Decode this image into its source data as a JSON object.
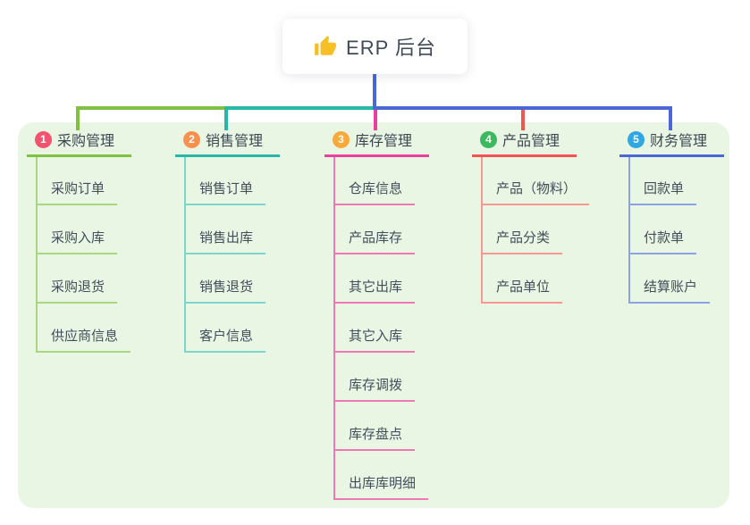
{
  "root": {
    "label": "ERP 后台",
    "icon": "thumbs-up-icon",
    "icon_color": "#f6bf26"
  },
  "canvas": {
    "background": "#ffffff",
    "panel_color": "#e9f6e3",
    "stem_color": "#4a66d7"
  },
  "branches": [
    {
      "num": "1",
      "label": "采购管理",
      "badge_color": "#f3536e",
      "line_color": "#7fc242",
      "child_line_color": "#a9d680",
      "children": [
        "采购订单",
        "采购入库",
        "采购退货",
        "供应商信息"
      ]
    },
    {
      "num": "2",
      "label": "销售管理",
      "badge_color": "#f7914d",
      "line_color": "#27b6aa",
      "child_line_color": "#7ed5cc",
      "children": [
        "销售订单",
        "销售出库",
        "销售退货",
        "客户信息"
      ]
    },
    {
      "num": "3",
      "label": "库存管理",
      "badge_color": "#f8a93b",
      "line_color": "#ea3f9c",
      "child_line_color": "#f078b6",
      "children": [
        "仓库信息",
        "产品库存",
        "其它出库",
        "其它入库",
        "库存调拨",
        "库存盘点",
        "出库库明细"
      ]
    },
    {
      "num": "4",
      "label": "产品管理",
      "badge_color": "#3cb85e",
      "line_color": "#f25450",
      "child_line_color": "#f59a92",
      "children": [
        "产品（物料）",
        "产品分类",
        "产品单位"
      ]
    },
    {
      "num": "5",
      "label": "财务管理",
      "badge_color": "#30a6e2",
      "line_color": "#4a66d7",
      "child_line_color": "#8ba3e3",
      "children": [
        "回款单",
        "付款单",
        "结算账户"
      ]
    }
  ]
}
